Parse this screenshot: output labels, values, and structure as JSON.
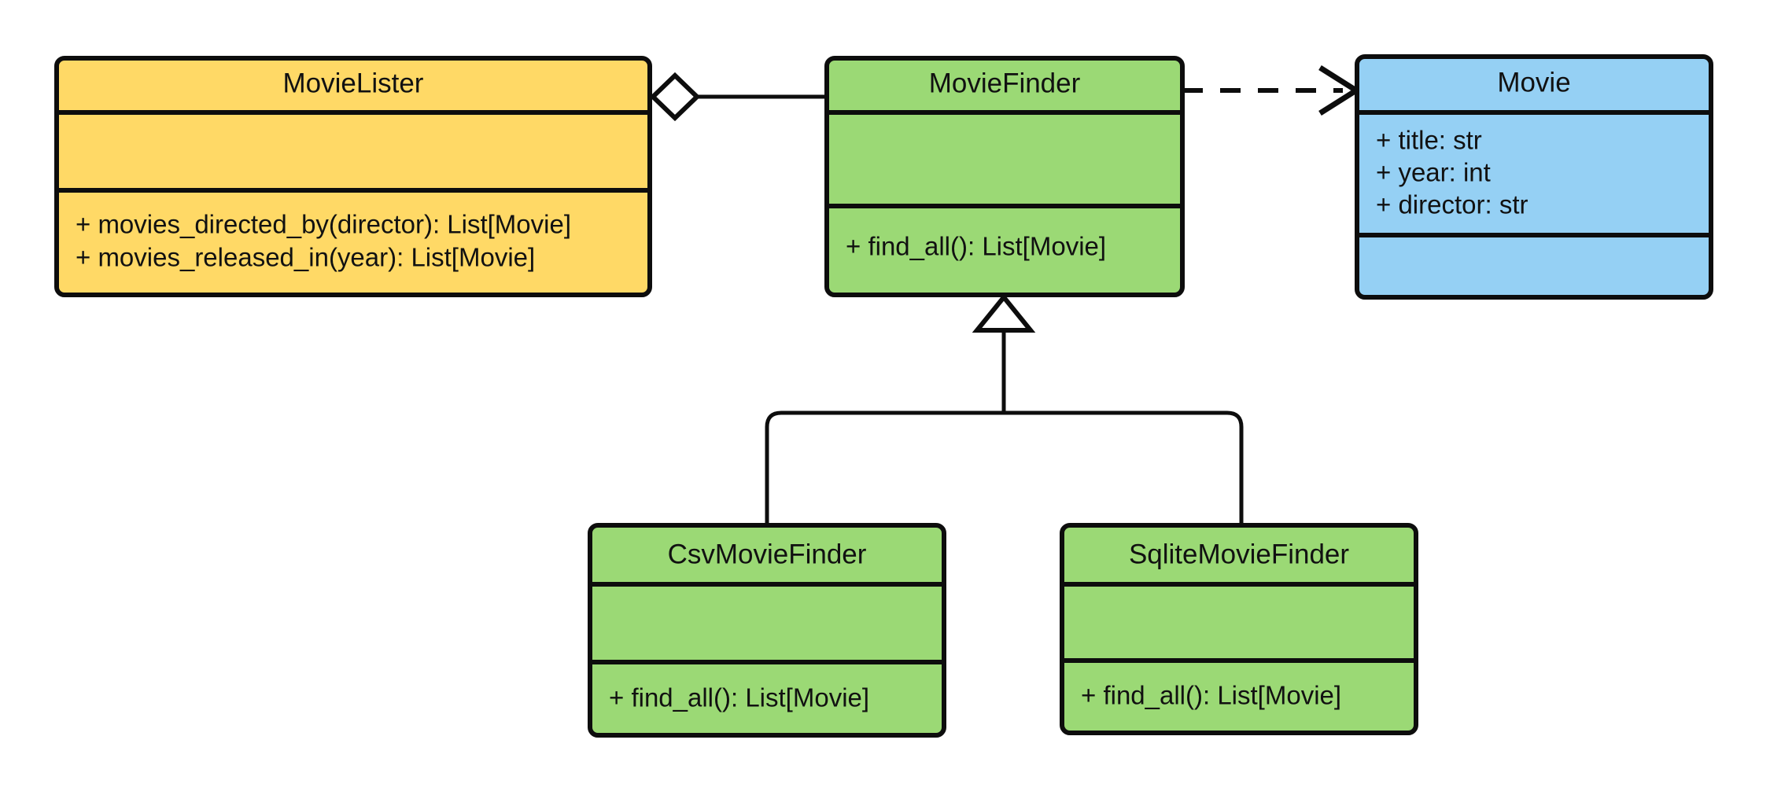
{
  "diagram": {
    "kind": "uml-class-diagram",
    "background": "#ffffff",
    "stroke_color": "#0d0d0d",
    "palette": {
      "yellow": "#ffd966",
      "green": "#9bd975",
      "blue": "#95d0f4",
      "white": "#ffffff"
    }
  },
  "classes": {
    "movie_lister": {
      "name": "MovieLister",
      "fill": "#ffd966",
      "attributes": [],
      "methods": [
        "+ movies_directed_by(director): List[Movie]",
        "+ movies_released_in(year): List[Movie]"
      ]
    },
    "movie_finder": {
      "name": "MovieFinder",
      "fill": "#9bd975",
      "attributes": [],
      "methods": [
        "+ find_all(): List[Movie]"
      ]
    },
    "movie": {
      "name": "Movie",
      "fill": "#95d0f4",
      "attributes": [
        "+ title: str",
        "+ year: int",
        "+ director: str"
      ],
      "methods": []
    },
    "csv_movie_finder": {
      "name": "CsvMovieFinder",
      "fill": "#9bd975",
      "attributes": [],
      "methods": [
        "+ find_all(): List[Movie]"
      ]
    },
    "sqlite_movie_finder": {
      "name": "SqliteMovieFinder",
      "fill": "#9bd975",
      "attributes": [],
      "methods": [
        "+ find_all(): List[Movie]"
      ]
    }
  },
  "relationships": [
    {
      "id": "aggregation-lister-finder",
      "type": "aggregation",
      "source": "MovieLister",
      "target": "MovieFinder",
      "marker": "hollow-diamond",
      "line": "solid"
    },
    {
      "id": "dependency-finder-movie",
      "type": "dependency",
      "source": "MovieFinder",
      "target": "Movie",
      "marker": "open-arrow",
      "line": "dashed"
    },
    {
      "id": "generalization-csv-finder",
      "type": "generalization",
      "source": "CsvMovieFinder",
      "target": "MovieFinder",
      "marker": "hollow-triangle",
      "line": "solid"
    },
    {
      "id": "generalization-sqlite-finder",
      "type": "generalization",
      "source": "SqliteMovieFinder",
      "target": "MovieFinder",
      "marker": "hollow-triangle",
      "line": "solid"
    }
  ]
}
